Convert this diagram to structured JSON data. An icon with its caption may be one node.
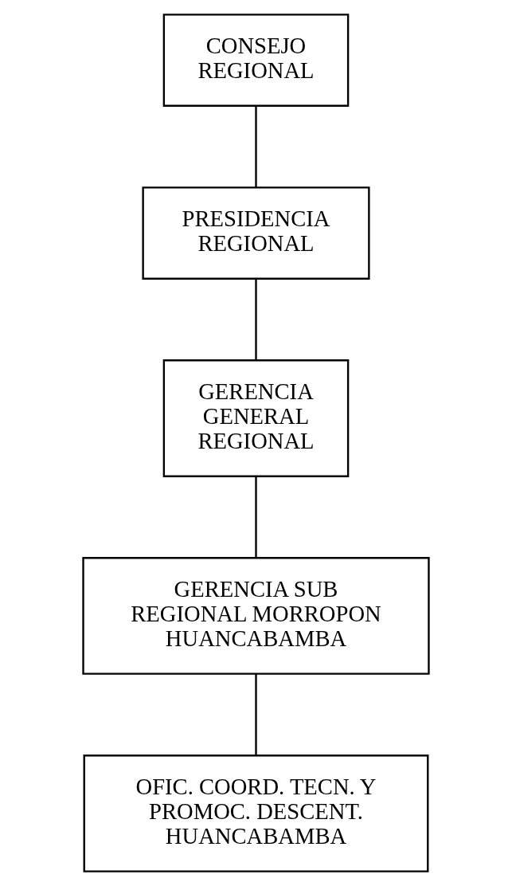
{
  "diagram": {
    "nodes": [
      {
        "text": [
          "CONSEJO REGIONAL"
        ]
      },
      {
        "text": [
          "PRESIDENCIA REGIONAL"
        ]
      },
      {
        "text": [
          "GERENCIA GENERAL REGIONAL"
        ]
      },
      {
        "text": [
          "GERENCIA SUB REGIONAL MORROPON HUANCABAMBA"
        ]
      },
      {
        "text": [
          "OFIC. COORD. TECN. Y PROMOC. DESCENT. HUANCABAMBA"
        ]
      }
    ],
    "edges": [
      {
        "from": 0,
        "to": 1,
        "arrow": "none"
      },
      {
        "from": 1,
        "to": 2,
        "arrow": "none"
      },
      {
        "from": 2,
        "to": 3,
        "arrow": "none"
      },
      {
        "from": 3,
        "to": 4,
        "arrow": "none"
      }
    ]
  }
}
